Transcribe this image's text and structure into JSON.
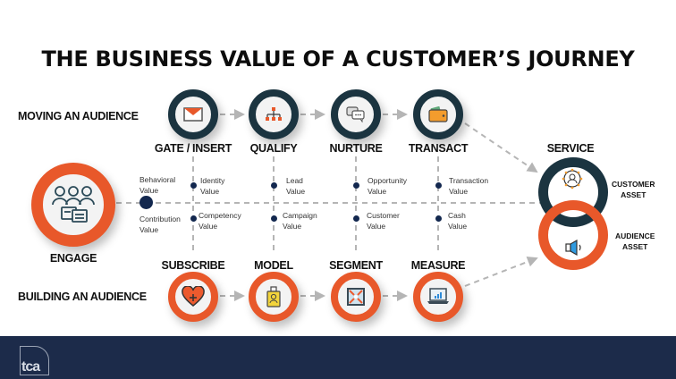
{
  "title": "THE BUSINESS VALUE OF A CUSTOMER’S JOURNEY",
  "rows": {
    "top_label": "MOVING AN AUDIENCE",
    "bottom_label": "BUILDING AN AUDIENCE"
  },
  "engage": {
    "label": "ENGAGE",
    "icon": "people-chat-icon",
    "ring_color": "#e8582a"
  },
  "top_stages": [
    {
      "label": "GATE / INSERT",
      "icon": "envelope-icon"
    },
    {
      "label": "QUALIFY",
      "icon": "hierarchy-icon"
    },
    {
      "label": "NURTURE",
      "icon": "chat-bubbles-icon"
    },
    {
      "label": "TRANSACT",
      "icon": "wallet-icon"
    }
  ],
  "bottom_stages": [
    {
      "label": "SUBSCRIBE",
      "icon": "heart-plus-icon"
    },
    {
      "label": "MODEL",
      "icon": "id-badge-icon"
    },
    {
      "label": "SEGMENT",
      "icon": "segment-arrows-icon"
    },
    {
      "label": "MEASURE",
      "icon": "laptop-chart-icon"
    }
  ],
  "values": {
    "engage_top": {
      "line1": "Behavioral",
      "line2": "Value"
    },
    "engage_bottom": {
      "line1": "Contribution",
      "line2": "Value"
    },
    "columns": [
      {
        "top": {
          "line1": "Identity",
          "line2": "Value"
        },
        "bottom": {
          "line1": "Competency",
          "line2": "Value"
        }
      },
      {
        "top": {
          "line1": "Lead",
          "line2": "Value"
        },
        "bottom": {
          "line1": "Campaign",
          "line2": "Value"
        }
      },
      {
        "top": {
          "line1": "Opportunity",
          "line2": "Value"
        },
        "bottom": {
          "line1": "Customer",
          "line2": "Value"
        }
      },
      {
        "top": {
          "line1": "Transaction",
          "line2": "Value"
        },
        "bottom": {
          "line1": "Cash",
          "line2": "Value"
        }
      }
    ]
  },
  "service": {
    "label": "SERVICE",
    "customer_asset": {
      "line1": "CUSTOMER",
      "line2": "ASSET",
      "icon": "gear-person-icon"
    },
    "audience_asset": {
      "line1": "AUDIENCE",
      "line2": "ASSET",
      "icon": "speaker-icon"
    }
  },
  "colors": {
    "dark_ring": "#1b3440",
    "orange_ring": "#e8582a",
    "dot": "#13284f",
    "dash": "#b5b5b5",
    "footer": "#1c2b4a"
  },
  "footer": {
    "logo_text": "tca"
  }
}
